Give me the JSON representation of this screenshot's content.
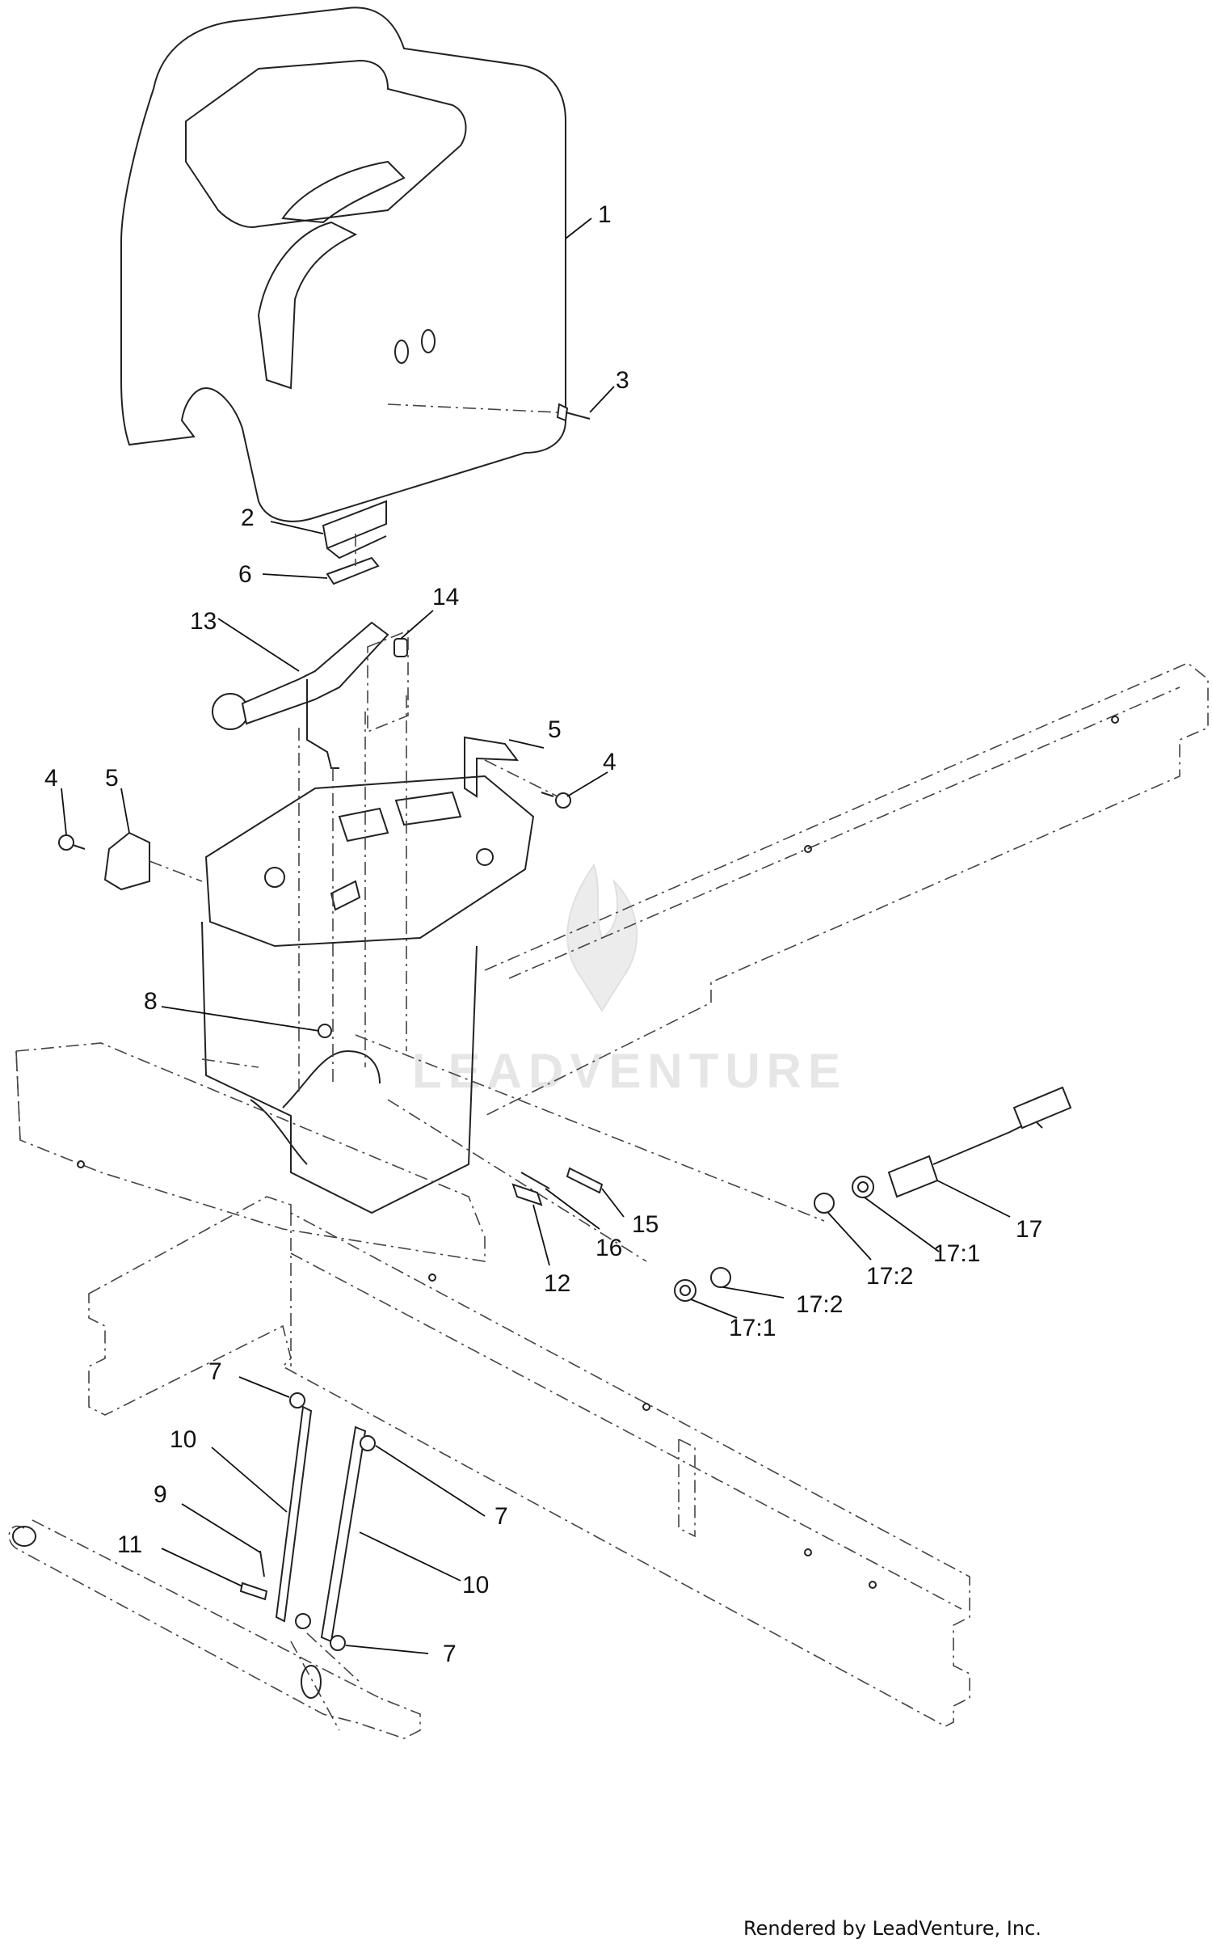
{
  "watermark": {
    "text": "LEADVENTURE"
  },
  "footer": {
    "credit": "Rendered by LeadVenture, Inc."
  },
  "callouts": {
    "c1": "1",
    "c2": "2",
    "c3": "3",
    "c4a": "4",
    "c4b": "4",
    "c5a": "5",
    "c5b": "5",
    "c6": "6",
    "c7a": "7",
    "c7b": "7",
    "c7c": "7",
    "c8": "8",
    "c9": "9",
    "c10a": "10",
    "c10b": "10",
    "c11": "11",
    "c12": "12",
    "c13": "13",
    "c14": "14",
    "c15": "15",
    "c16": "16",
    "c17": "17",
    "c17_1a": "17:1",
    "c17_1b": "17:1",
    "c17_2a": "17:2",
    "c17_2b": "17:2"
  }
}
